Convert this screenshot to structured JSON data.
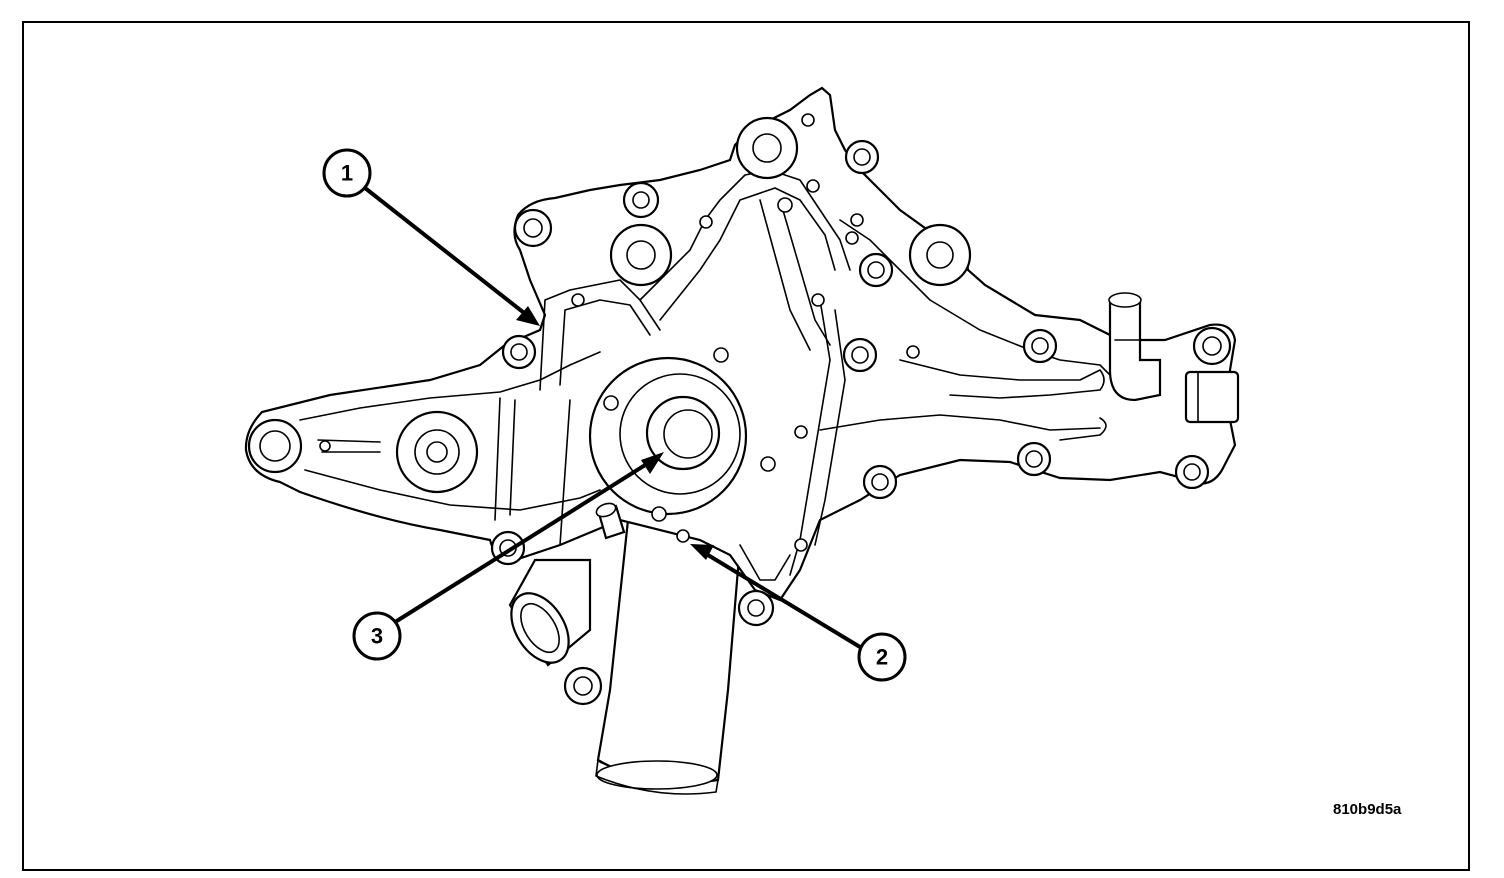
{
  "figure_id": "810b9d5a",
  "callouts": [
    {
      "number": "1"
    },
    {
      "number": "2"
    },
    {
      "number": "3"
    }
  ],
  "colors": {
    "line": "#000000",
    "background": "#ffffff"
  }
}
